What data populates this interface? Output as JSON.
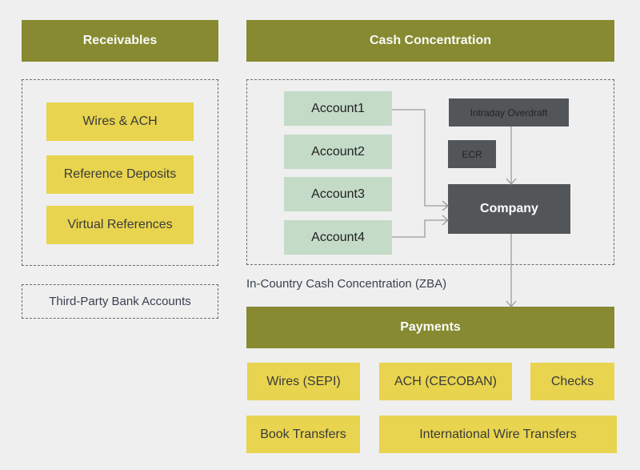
{
  "receivables": {
    "title": "Receivables",
    "items": [
      "Wires & ACH",
      "Reference Deposits",
      "Virtual References"
    ],
    "third_party": "Third-Party Bank Accounts"
  },
  "cash_concentration": {
    "title": "Cash Concentration",
    "accounts": [
      "Account1",
      "Account2",
      "Account3",
      "Account4"
    ],
    "intraday_overdraft": "Intraday Overdraft",
    "ecr": "ECR",
    "company": "Company",
    "caption": "In-Country Cash Concentration (ZBA)"
  },
  "payments": {
    "title": "Payments",
    "row1": [
      "Wires (SEPI)",
      "ACH (CECOBAN)",
      "Checks"
    ],
    "row2": [
      "Book Transfers",
      "International Wire Transfers"
    ]
  },
  "colors": {
    "header": "#878a30",
    "yellow_box": "#e8d44f",
    "account_box": "#c4dbc7",
    "dark_box": "#535659",
    "connector": "#9a9aa2"
  }
}
